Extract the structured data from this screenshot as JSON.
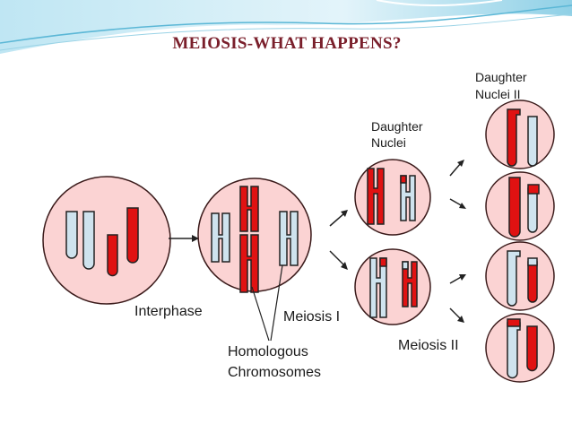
{
  "title": "MEIOSIS-WHAT HAPPENS?",
  "labels": {
    "interphase": "Interphase",
    "meiosis_1": "Meiosis I",
    "meiosis_2": "Meiosis II",
    "homologous_line1": "Homologous",
    "homologous_line2": "Chromosomes",
    "daughter_nuclei_line1": "Daughter",
    "daughter_nuclei_line2": "Nuclei",
    "daughter_nuclei_2_line1": "Daughter",
    "daughter_nuclei_2_line2": "Nuclei II"
  },
  "colors": {
    "cell_fill": "#fbd3d3",
    "cell_stroke": "#3a1a1a",
    "chromosome_red": "#e01212",
    "chromosome_blue": "#cfe3ee",
    "chromosome_stroke": "#222222",
    "title": "#7a1f2b",
    "header_wave": "#5bb7d6"
  }
}
